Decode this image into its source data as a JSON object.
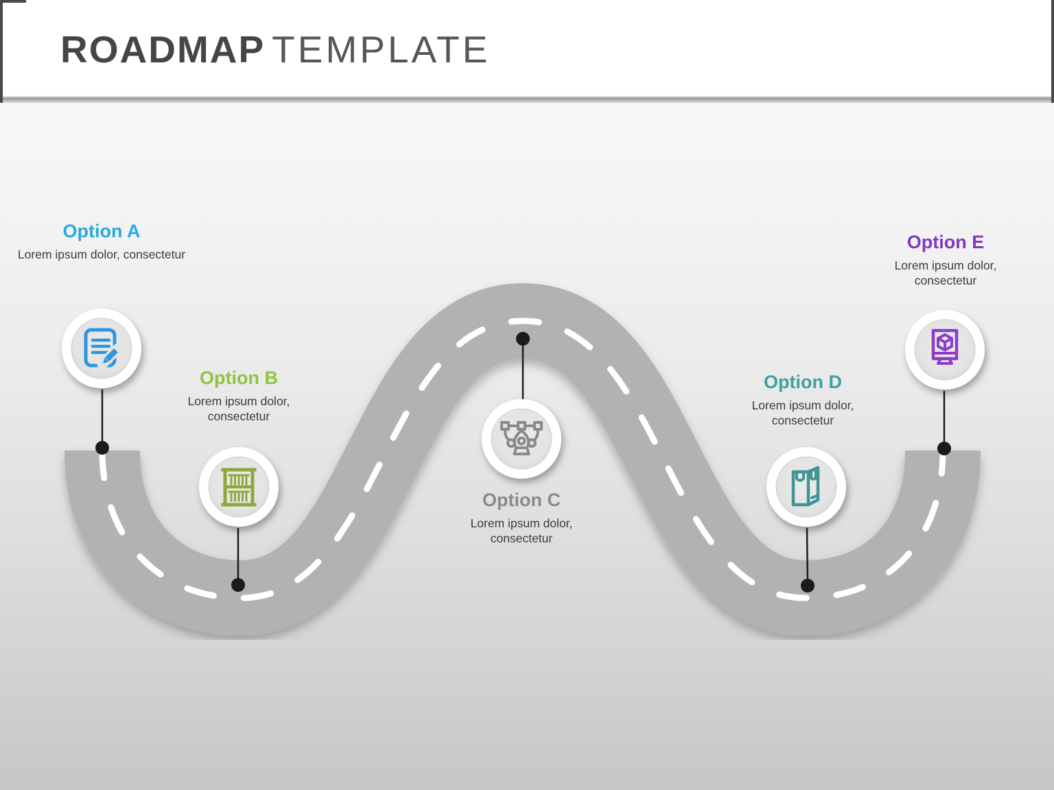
{
  "title": {
    "word1": "ROADMAP",
    "word2": "TEMPLATE",
    "word1_color": "#454545",
    "word2_color": "#565656"
  },
  "road": {
    "surface_color": "#b2b2b2",
    "dash_color": "#ffffff",
    "marker_color": "#1b1b1b"
  },
  "milestones": [
    {
      "label": "Option A",
      "description": "Lorem ipsum dolor, consectetur",
      "color": "#29a9e1",
      "icon_color": "#2e96de",
      "icon": "document-edit-icon"
    },
    {
      "label": "Option B",
      "description": "Lorem ipsum dolor, consectetur",
      "color": "#8dc63f",
      "icon_color": "#8ca83e",
      "icon": "building-columns-icon"
    },
    {
      "label": "Option C",
      "description": "Lorem ipsum dolor, consectetur",
      "color": "#8a8a8a",
      "icon_color": "#8a8a8a",
      "icon": "pen-tool-icon"
    },
    {
      "label": "Option D",
      "description": "Lorem ipsum dolor, consectetur",
      "color": "#41a0a0",
      "icon_color": "#3f9494",
      "icon": "package-box-icon"
    },
    {
      "label": "Option E",
      "description": "Lorem ipsum dolor, consectetur",
      "color": "#7e3bbf",
      "icon_color": "#8b3dc9",
      "icon": "monitor-cube-icon"
    }
  ]
}
